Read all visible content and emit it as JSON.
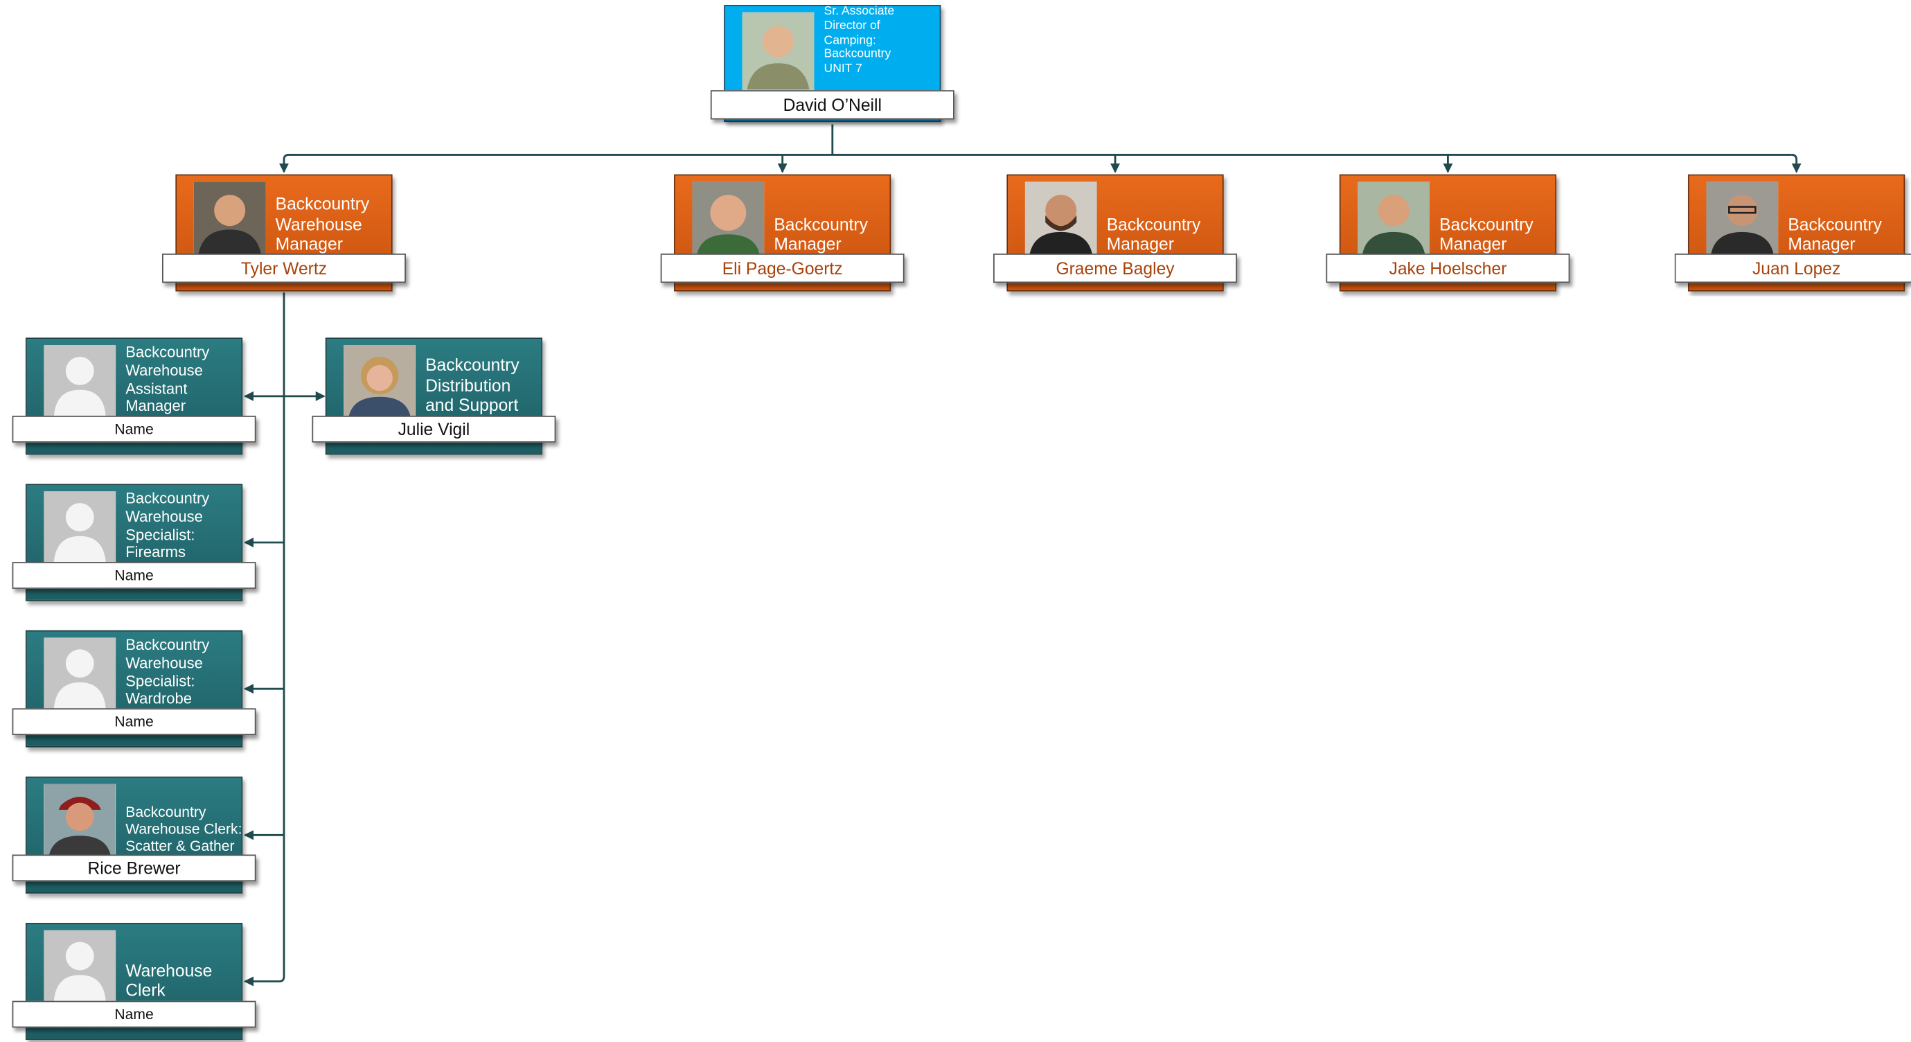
{
  "colors": {
    "director": "#00aeef",
    "manager": "#e8661c",
    "staff": "#267379",
    "connector": "#1f4a4e",
    "manager_name_text": "#a8420a"
  },
  "director": {
    "title": "Sr. Associate Director of Camping: Backcountry UNIT 7",
    "name": "David O’Neill",
    "photo": "person-photo-icon"
  },
  "managers": [
    {
      "title": "Backcountry Warehouse Manager",
      "name": "Tyler Wertz",
      "photo": "person-photo-icon"
    },
    {
      "title": "Backcountry Manager",
      "name": "Eli Page-Goertz",
      "photo": "person-photo-icon"
    },
    {
      "title": "Backcountry Manager",
      "name": "Graeme Bagley",
      "photo": "person-photo-icon"
    },
    {
      "title": "Backcountry Manager",
      "name": "Jake Hoelscher",
      "photo": "person-photo-icon"
    },
    {
      "title": "Backcountry Manager",
      "name": "Juan Lopez",
      "photo": "person-photo-icon"
    }
  ],
  "warehouse_staff": [
    {
      "title": "Backcountry Warehouse Assistant Manager",
      "name": "Name",
      "photo": "placeholder-avatar-icon"
    },
    {
      "title": "Backcountry Warehouse Specialist: Firearms",
      "name": "Name",
      "photo": "placeholder-avatar-icon"
    },
    {
      "title": "Backcountry Warehouse Specialist: Wardrobe",
      "name": "Name",
      "photo": "placeholder-avatar-icon"
    },
    {
      "title": "Backcountry Warehouse Clerk: Scatter & Gather",
      "name": "Rice Brewer",
      "photo": "person-photo-icon"
    },
    {
      "title": "Warehouse Clerk",
      "name": "Name",
      "photo": "placeholder-avatar-icon"
    }
  ],
  "assistant": {
    "title": "Backcountry Distribution and Support",
    "name": "Julie Vigil",
    "photo": "person-photo-icon"
  }
}
